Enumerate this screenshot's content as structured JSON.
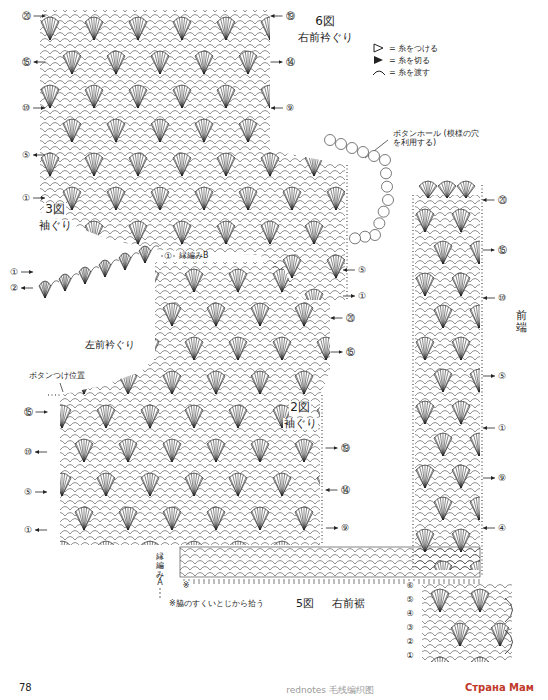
{
  "diagram": {
    "labels": [
      "6図",
      "右前衿ぐり",
      "ボタンホール (模様の穴を利用する)",
      "3図",
      "袖ぐり",
      "縁編みB",
      "左前衿ぐり",
      "ボタンつけ位置",
      "2図",
      "袖ぐり",
      "前端",
      "5図",
      "右前裾",
      "縁編みA",
      "※",
      "※脇のすくいとじから拾う",
      "78",
      "Страна Мам",
      "rednotes 毛线编织图",
      "⑳",
      "⑮",
      "⑩",
      "⑤",
      "①",
      "⑲",
      "⑭",
      "⑨",
      "⑤",
      "①",
      "①",
      "②",
      "①",
      "⑳",
      "⑮",
      "⑮",
      "⑩",
      "⑤",
      "①",
      "⑲",
      "⑭",
      "⑨",
      "⑳",
      "⑮",
      "⑩",
      "⑤",
      "①",
      "⑨",
      "④",
      "⑥",
      "⑤",
      "④",
      "③",
      "②",
      "①"
    ],
    "legend": [
      {
        "text": "= 糸をつける"
      },
      {
        "text": "= 糸を切る"
      },
      {
        "text": "= 糸を渡す"
      }
    ]
  }
}
